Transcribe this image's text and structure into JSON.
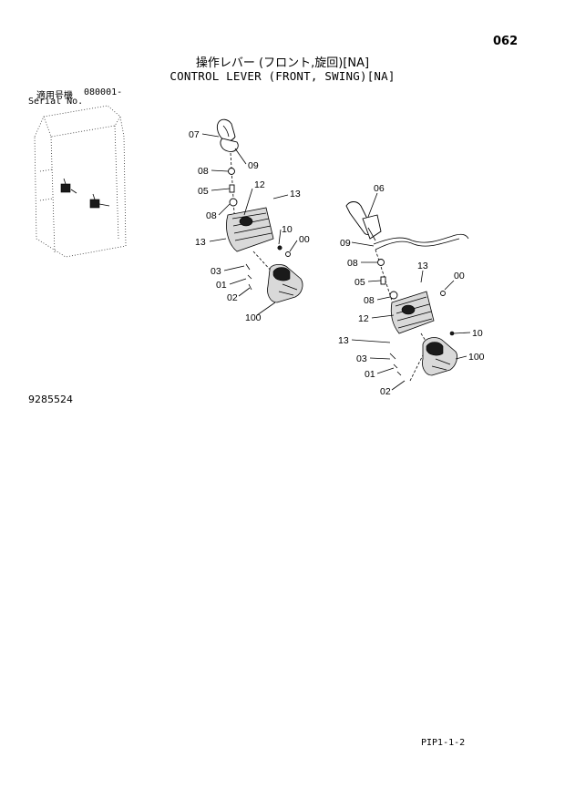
{
  "page": {
    "number": "062",
    "title_jp": "操作レバー (フロント,旋回)[NA]",
    "title_en": "CONTROL LEVER (FRONT, SWING)[NA]",
    "serial_label_jp": "適用号機",
    "serial_value": "080001-",
    "serial_label_en": "Serial No.",
    "document_number": "9285524",
    "footer_code": "PIP1-1-2"
  },
  "callouts_left": [
    "07",
    "09",
    "08",
    "05",
    "12",
    "13",
    "08",
    "10",
    "00",
    "13",
    "03",
    "01",
    "02",
    "100"
  ],
  "callouts_right": [
    "06",
    "09",
    "08",
    "13",
    "05",
    "00",
    "08",
    "12",
    "10",
    "13",
    "03",
    "100",
    "01",
    "02"
  ]
}
